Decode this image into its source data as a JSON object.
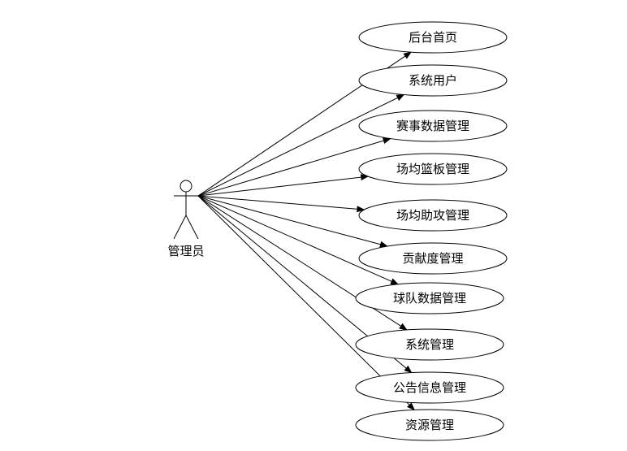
{
  "actor": {
    "label": "管理员"
  },
  "use_cases": [
    {
      "label": "后台首页"
    },
    {
      "label": "系统用户"
    },
    {
      "label": "赛事数据管理"
    },
    {
      "label": "场均篮板管理"
    },
    {
      "label": "场均助攻管理"
    },
    {
      "label": "贡献度管理"
    },
    {
      "label": "球队数据管理"
    },
    {
      "label": "系统管理"
    },
    {
      "label": "公告信息管理"
    },
    {
      "label": "资源管理"
    }
  ],
  "colors": {
    "stroke": "#000000",
    "background": "#ffffff"
  }
}
